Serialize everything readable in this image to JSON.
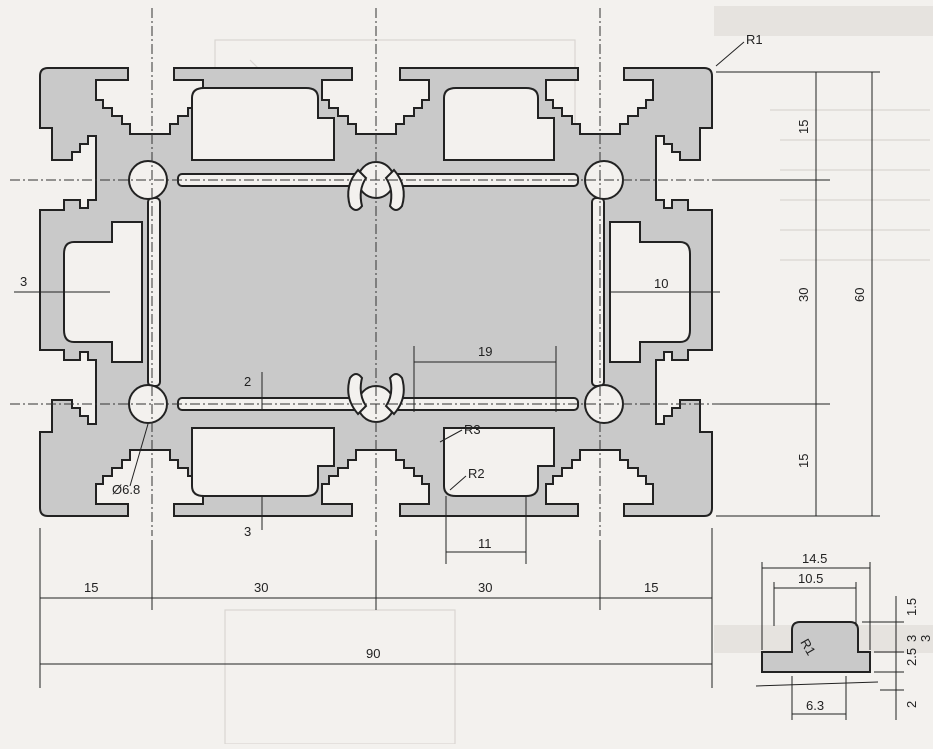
{
  "colors": {
    "background": "#f3f1ee",
    "profile_fill": "#c9c9c9",
    "line": "#222222",
    "ghost": "#d9d6d2"
  },
  "dimensions": {
    "overall_width": "90",
    "width_segments": [
      "15",
      "30",
      "30",
      "15"
    ],
    "overall_height": "60",
    "height_segments": [
      "15",
      "30",
      "15"
    ],
    "corner_radius": "R1",
    "wall_left": "3",
    "wall_top": "2",
    "wall_bottom": "3",
    "hole_diameter": "Ø6.8",
    "slot_opening": "10",
    "cavity_width": "19",
    "cavity_inner_width": "11",
    "radius_a": "R3",
    "radius_b": "R2"
  },
  "detail": {
    "width_outer": "14.5",
    "width_inner": "10.5",
    "width_bottom": "6.3",
    "radius": "R1",
    "heights": [
      "1.5",
      "3",
      "2.5",
      "3",
      "2"
    ]
  }
}
